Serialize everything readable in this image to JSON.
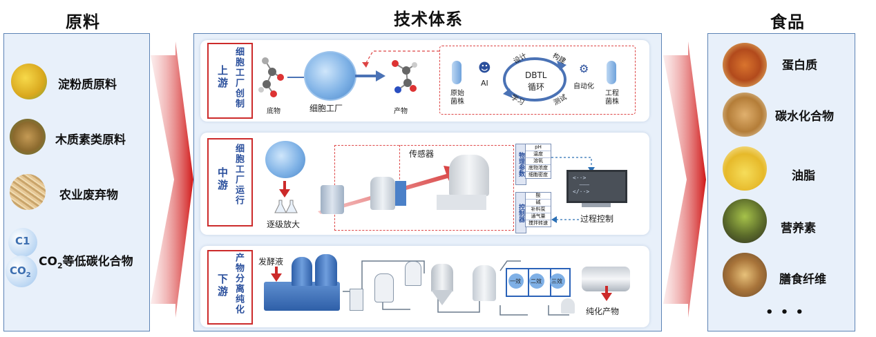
{
  "headings": {
    "left": "原料",
    "center": "技术体系",
    "right": "食品"
  },
  "raw_materials": [
    {
      "label": "淀粉质原料",
      "icon": "corn-icon"
    },
    {
      "label": "木质素类原料",
      "icon": "sorghum-icon"
    },
    {
      "label": "农业废弃物",
      "icon": "straw-icon"
    }
  ],
  "co2": {
    "c1": "C1",
    "co2": "CO",
    "co2_sub": "2",
    "label_pre": "CO",
    "label_sub": "2",
    "label_post": "等低碳化合物"
  },
  "upstream": {
    "main": "上游",
    "sub": "细胞工厂创制",
    "substrate": "底物",
    "cell_factory": "细胞工厂",
    "product": "产物",
    "original_strain": "原始菌株",
    "ai": "AI",
    "design": "设计",
    "build": "构建",
    "test": "测试",
    "learn": "学习",
    "dbtl_line1": "DBTL",
    "dbtl_line2": "循环",
    "automation": "自动化",
    "engineered_strain": "工程菌株"
  },
  "midstream": {
    "main": "中游",
    "sub": "细胞工厂运行",
    "scale_up": "逐级放大",
    "sensor": "传感器",
    "physical_params": "物理参数",
    "physical_list": [
      "pH",
      "温度",
      "溶氧",
      "底物浓度",
      "细胞密度"
    ],
    "control_equipment": "控制器",
    "control_list": [
      "酸",
      "碱",
      "补料泵",
      "通气量",
      "搅拌转速"
    ],
    "process_control": "过程控制"
  },
  "downstream": {
    "main": "下游",
    "sub": "产物分离纯化",
    "ferment_liquid": "发酵液",
    "pure_product": "纯化产物",
    "effect1": "一效",
    "effect2": "二效",
    "effect3": "三效"
  },
  "foods": [
    {
      "label": "蛋白质",
      "icon": "hotdog-icon"
    },
    {
      "label": "碳水化合物",
      "icon": "bread-icon"
    },
    {
      "label": "油脂",
      "icon": "oil-icon"
    },
    {
      "label": "营养素",
      "icon": "sprout-icon"
    },
    {
      "label": "膳食纤维",
      "icon": "fiber-icon"
    }
  ],
  "ellipsis": "• • •",
  "colors": {
    "accent_red": "#cc2a2a",
    "accent_blue": "#2a4f9c",
    "panel_bg": "#e8f0fa"
  }
}
